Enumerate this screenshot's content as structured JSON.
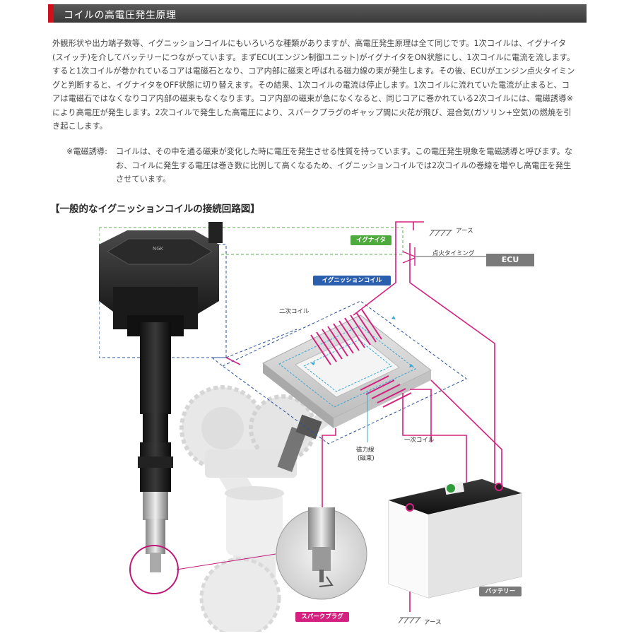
{
  "header": {
    "title": "コイルの高電圧発生原理",
    "accent_color": "#d0111c"
  },
  "body": {
    "paragraph": "外観形状や出力端子数等、イグニッションコイルにもいろいろな種類がありますが、高電圧発生原理は全て同じです。1次コイルは、イグナイタ(スイッチ)を介してバッテリーにつながっています。まずECU(エンジン制御ユニット)がイグナイタをON状態にし、1次コイルに電流を流します。すると1次コイルが巻かれているコアは電磁石となり、コア内部に磁束と呼ばれる磁力線の束が発生します。その後、ECUがエンジン点火タイミングと判断すると、イグナイタをOFF状態に切り替えます。その結果、1次コイルの電流は停止します。1次コイルに流れていた電流が止まると、コアは電磁石ではなくなりコア内部の磁束もなくなります。コア内部の磁束が急になくなると、同じコアに巻かれている2次コイルには、電磁誘導※により高電圧が発生します。2次コイルで発生した高電圧により、スパークプラグのギャップ間に火花が飛び、混合気(ガソリン+空気)の燃焼を引き起こします。"
  },
  "note": {
    "label": "※電磁誘導:",
    "text": "コイルは、その中を通る磁束が変化した時に電圧を発生させる性質を持っています。この電圧発生現象を電磁誘導と呼びます。なお、コイルに発生する電圧は巻き数に比例して高くなるため、イグニッションコイルでは2次コイルの巻線を増やし高電圧を発生させています。"
  },
  "diagram": {
    "title": "【一般的なイグニッションコイルの接続回路図】",
    "labels": {
      "igniter": "イグナイタ",
      "ignition_coil": "イグニッションコイル",
      "earth_top": "アース",
      "ignition_timing": "点火タイミング",
      "ecu": "ECU",
      "secondary_coil": "二次コイル",
      "primary_coil": "一次コイル",
      "magnetic_flux": "磁力線",
      "magnetic_flux_sub": "(磁束)",
      "battery": "バッテリー",
      "spark_plug": "スパークプラグ",
      "earth_bottom": "アース",
      "coil_brand": "NGK"
    },
    "colors": {
      "wire": "#d4207f",
      "igniter_pill": "#4daa3c",
      "coil_pill": "#2a5fae",
      "ecu_box": "#7a7a7a",
      "flux": "#3aa6d6",
      "dashed_green": "#5aa84a",
      "dashed_blue": "#2a4f9a"
    }
  }
}
